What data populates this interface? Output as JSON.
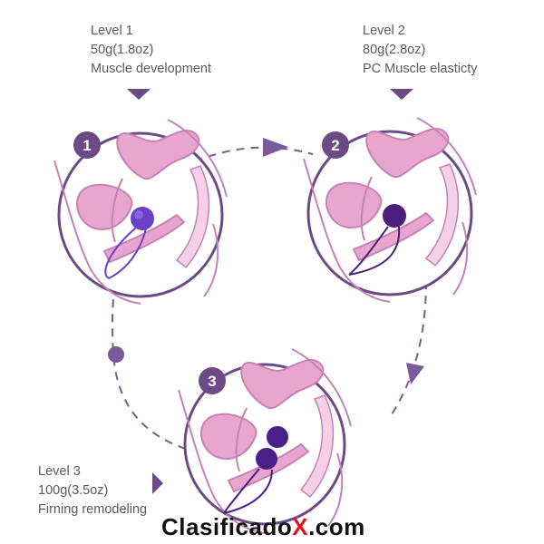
{
  "levels": [
    {
      "number": "1",
      "title": "Level 1",
      "weight": "50g(1.8oz)",
      "purpose": "Muscle development",
      "ball_count": 1,
      "ball_color": "#6a40c8"
    },
    {
      "number": "2",
      "title": "Level 2",
      "weight": "80g(2.8oz)",
      "purpose": "PC Muscle elasticty",
      "ball_count": 1,
      "ball_color": "#4a1f7d"
    },
    {
      "number": "3",
      "title": "Level 3",
      "weight": "100g(3.5oz)",
      "purpose": "Firning remodeling",
      "ball_count": 2,
      "ball_color": "#4a1f8a"
    }
  ],
  "watermark": {
    "prefix": "Clasificado",
    "accent": "X",
    "suffix": ".com"
  },
  "colors": {
    "circle_stroke": "#6b4a86",
    "badge_fill": "#6b4a86",
    "anatomy_pink": "#e8a6cf",
    "anatomy_line": "#c582b4",
    "arrow": "#7b5a9a",
    "text": "#5a5a5a"
  }
}
